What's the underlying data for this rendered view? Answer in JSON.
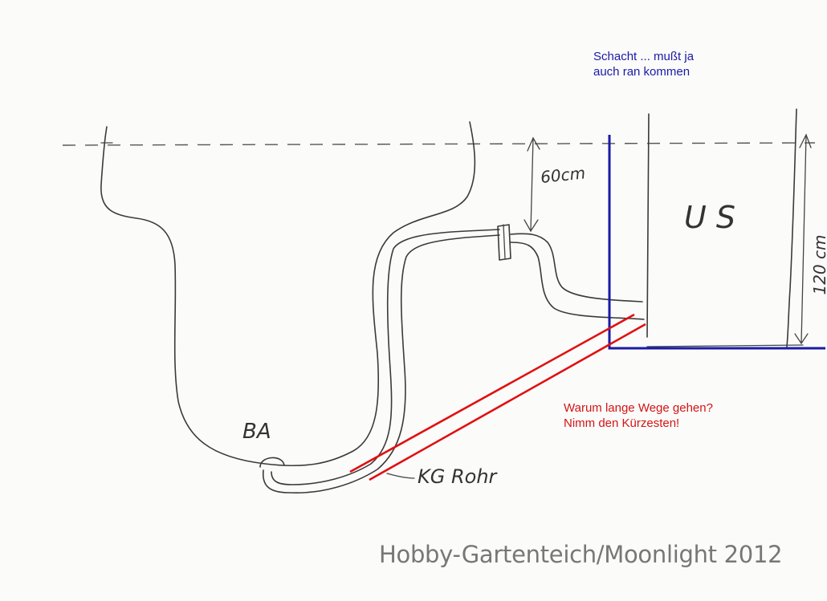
{
  "annotations": {
    "schacht_line1": "Schacht ... mußt ja",
    "schacht_line2": "auch ran kommen",
    "warum_line1": "Warum lange Wege gehen?",
    "warum_line2": "Nimm den Kürzesten!"
  },
  "labels": {
    "depth": "60cm",
    "us": "U S",
    "height": "120 cm",
    "ba": "BA",
    "kg_rohr": "KG Rohr"
  },
  "watermark": "Hobby-Gartenteich/Moonlight 2012",
  "colors": {
    "annotation_blue": "#1a1aa8",
    "annotation_red": "#d41414",
    "pencil": "#3a3a3a"
  }
}
